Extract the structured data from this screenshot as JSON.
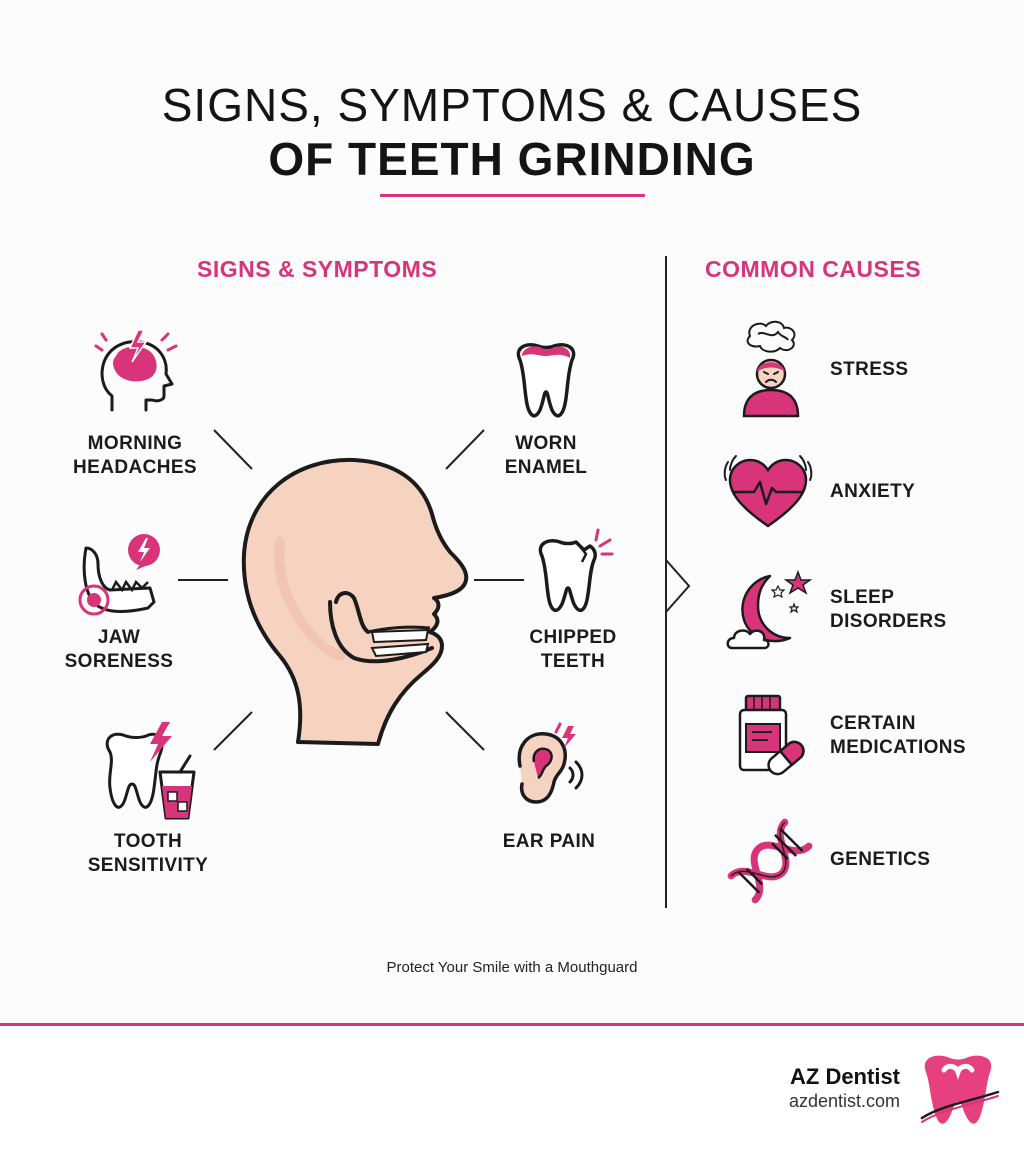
{
  "title": {
    "line1": "SIGNS, SYMPTOMS & CAUSES",
    "line2_prefix": "OF ",
    "line2_bold": "TEETH GRINDING"
  },
  "sections": {
    "symptoms_heading": "SIGNS & SYMPTOMS",
    "causes_heading": "COMMON CAUSES"
  },
  "symptoms": {
    "morning_headaches": [
      "MORNING",
      "HEADACHES"
    ],
    "jaw_soreness": [
      "JAW",
      "SORENESS"
    ],
    "tooth_sensitivity": [
      "TOOTH",
      "SENSITIVITY"
    ],
    "worn_enamel": [
      "WORN",
      "ENAMEL"
    ],
    "chipped_teeth": [
      "CHIPPED",
      "TEETH"
    ],
    "ear_pain": [
      "EAR PAIN"
    ]
  },
  "causes": {
    "stress": [
      "STRESS"
    ],
    "anxiety": [
      "ANXIETY"
    ],
    "sleep_disorders": [
      "SLEEP",
      "DISORDERS"
    ],
    "certain_medications": [
      "CERTAIN",
      "MEDICATIONS"
    ],
    "genetics": [
      "GENETICS"
    ]
  },
  "tagline": "Protect Your Smile with a Mouthguard",
  "brand": {
    "name": "AZ Dentist",
    "url": "azdentist.com"
  },
  "colors": {
    "accent": "#d8347a",
    "ink": "#1b1b1b",
    "skin": "#f6d3c0"
  }
}
